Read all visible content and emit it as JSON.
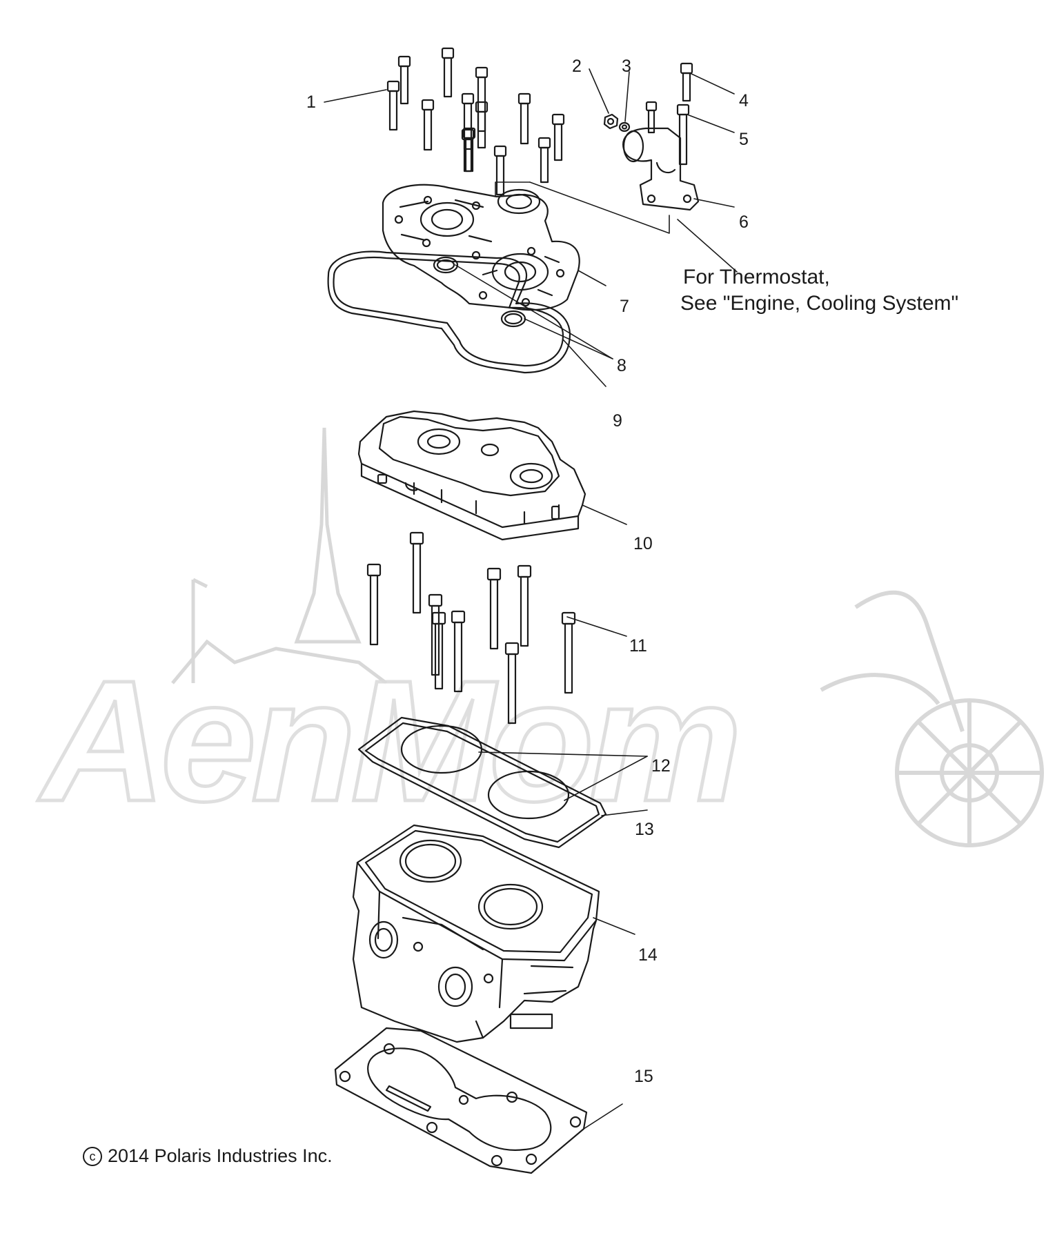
{
  "diagram": {
    "callouts": [
      {
        "id": "1",
        "text": "1"
      },
      {
        "id": "2",
        "text": "2"
      },
      {
        "id": "3",
        "text": "3"
      },
      {
        "id": "4",
        "text": "4"
      },
      {
        "id": "5",
        "text": "5"
      },
      {
        "id": "6",
        "text": "6"
      },
      {
        "id": "7",
        "text": "7"
      },
      {
        "id": "8",
        "text": "8"
      },
      {
        "id": "9",
        "text": "9"
      },
      {
        "id": "10",
        "text": "10"
      },
      {
        "id": "11",
        "text": "11"
      },
      {
        "id": "12",
        "text": "12"
      },
      {
        "id": "13",
        "text": "13"
      },
      {
        "id": "14",
        "text": "14"
      },
      {
        "id": "15",
        "text": "15"
      }
    ],
    "note": {
      "line1": "For Thermostat,",
      "line2": "See \"Engine, Cooling System\""
    },
    "copyright": "2014 Polaris Industries Inc.",
    "copyright_icon": "copyright-icon",
    "watermark_text": "AenMom",
    "watermark_icons": [
      "spire-icon",
      "motorcycle-icon"
    ],
    "colors": {
      "line": "#1a1a1a",
      "watermark": "#dcdcdc"
    }
  }
}
